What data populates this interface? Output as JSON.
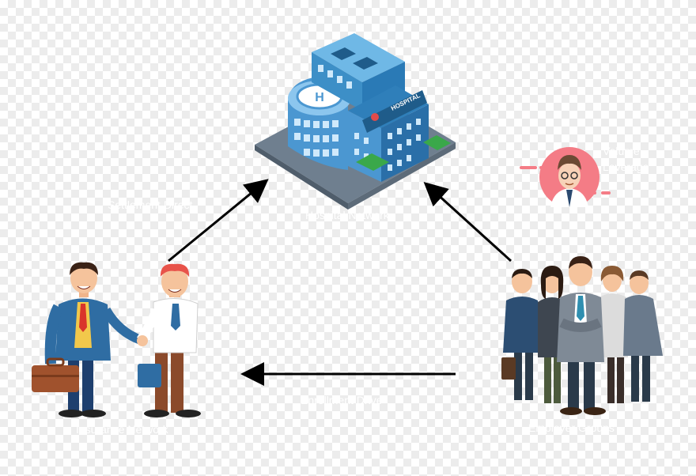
{
  "hospital": {
    "sign": "HOSPITAL",
    "helipad": "H"
  },
  "labels": {
    "top_left": "Settlement Direct",
    "center_top": "Hospital Network",
    "right_top_line1": "Volume",
    "right_top_line2": "Leverage",
    "bottom_center": "Enrollment Drive",
    "bottom_left": "Insurance Network",
    "bottom_right": "Employer Groups"
  },
  "colors": {
    "arrow": "#000000",
    "label": "#ffffff",
    "hospital_blue": "#3d8fc7",
    "badge_pink": "#f47c86"
  }
}
